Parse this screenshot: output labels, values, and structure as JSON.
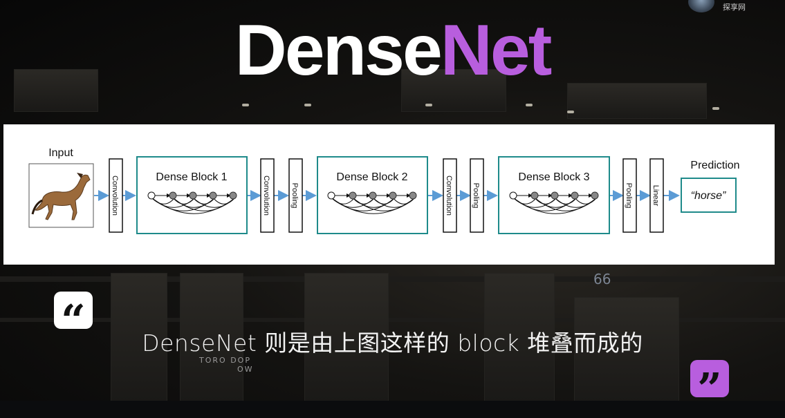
{
  "title": {
    "part1": "Dense",
    "part2": "Net"
  },
  "watermark": "探享网",
  "background_text": {
    "number": "66",
    "sign1": "TORO",
    "sign2": "DOP",
    "sign3": "OW"
  },
  "diagram": {
    "input_label": "Input",
    "layers": {
      "conv1": "Convolution",
      "block1": "Dense Block 1",
      "conv2": "Convolution",
      "pool1": "Pooling",
      "block2": "Dense Block 2",
      "conv3": "Convolution",
      "pool2": "Pooling",
      "block3": "Dense Block 3",
      "pool3": "Pooling",
      "linear": "Linear"
    },
    "prediction_label": "Prediction",
    "prediction_value": "“horse”"
  },
  "caption": "DenseNet 则是由上图这样的 block 堆叠而成的",
  "quotes": {
    "open": "“",
    "close": "”"
  },
  "colors": {
    "accent": "#b85ede",
    "block_border": "#1e8a8a",
    "arrow": "#5b9bd5"
  }
}
